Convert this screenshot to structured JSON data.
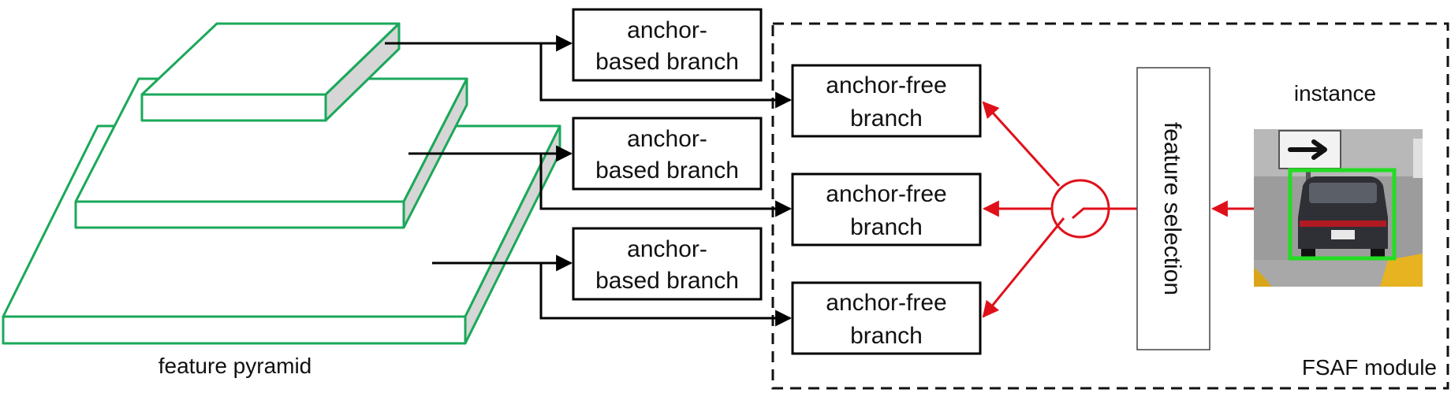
{
  "labels": {
    "feature_pyramid": "feature pyramid",
    "fsaf_module": "FSAF module",
    "instance": "instance",
    "feature_selection": "feature selection"
  },
  "anchor_based_boxes": [
    {
      "line1": "anchor-",
      "line2": "based branch"
    },
    {
      "line1": "anchor-",
      "line2": "based branch"
    },
    {
      "line1": "anchor-",
      "line2": "based branch"
    }
  ],
  "anchor_free_boxes": [
    {
      "line1": "anchor-free",
      "line2": "branch"
    },
    {
      "line1": "anchor-free",
      "line2": "branch"
    },
    {
      "line1": "anchor-free",
      "line2": "branch"
    }
  ],
  "colors": {
    "pyramid_stroke": "#1aa85a",
    "pyramid_side": "#d6d6d6",
    "arrow_black": "#000000",
    "arrow_red": "#e0101a",
    "bbox_green": "#22dd22"
  },
  "icons": {
    "instance_photo": "car-photo-icon",
    "selector": "circle-switch-icon"
  }
}
